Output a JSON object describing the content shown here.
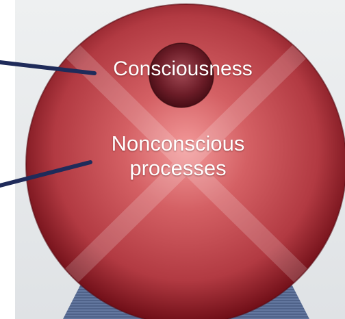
{
  "diagram": {
    "labels": {
      "consciousness": "Consciousness",
      "nonconscious_line1": "Nonconscious",
      "nonconscious_line2": "processes"
    },
    "colors": {
      "sphere_highlight": "#f08c8c",
      "sphere_mid": "#c2434a",
      "sphere_dark": "#6e0d16",
      "inner_sphere": "#5a1620",
      "pointer_line": "#1f2b5a",
      "pedestal": "#5a6f9a",
      "background": "#e6e8ea",
      "label_text": "#ffffff"
    }
  }
}
